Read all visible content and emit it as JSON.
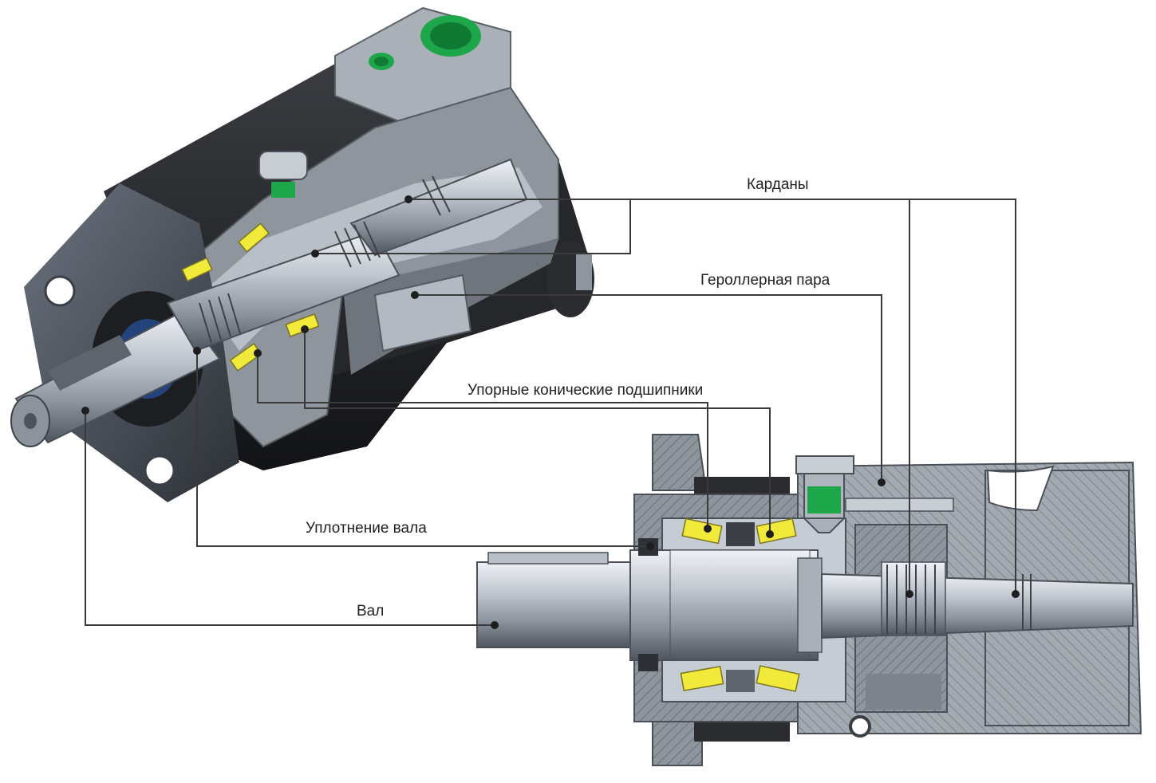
{
  "labels": {
    "cardans": "Карданы",
    "gerotor": "Героллерная пара",
    "bearings": "Упорные конические подшипники",
    "seal": "Уплотнение вала",
    "shaft": "Вал"
  },
  "colors": {
    "leader": "#3a3a3a",
    "housing_dark": "#1e1f22",
    "section_grey": "#9aa0a8",
    "hatch": "#6d737b",
    "metal_light": "#d9dde3",
    "roller_yellow": "#f1ea3a",
    "port_green": "#1ea64a"
  },
  "icons": [
    "hydraulic-motor-cutaway-illustration",
    "hydraulic-motor-section-illustration",
    "leader-dot"
  ]
}
